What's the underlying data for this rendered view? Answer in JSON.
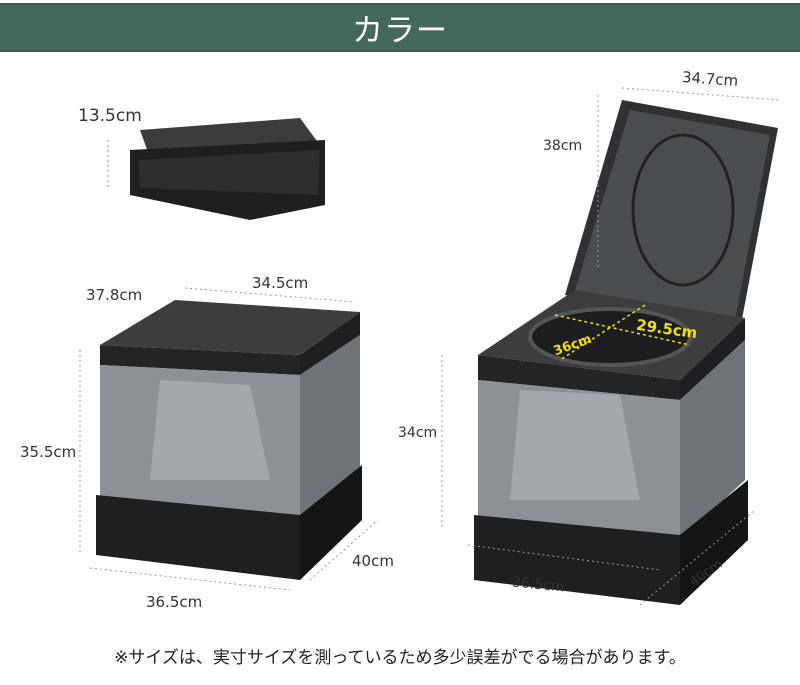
{
  "header": {
    "title": "カラー"
  },
  "dimensions": {
    "folded_height": "13.5cm",
    "depth_left": "37.8cm",
    "width_top_left": "34.5cm",
    "height_left": "35.5cm",
    "side_left": "40cm",
    "width_bottom_left": "36.5cm",
    "lid_width": "34.7cm",
    "lid_height": "38cm",
    "height_right": "34cm",
    "width_bottom_right": "36.5cm",
    "side_right": "40cm",
    "seat_width": "29.5cm",
    "seat_length": "36cm"
  },
  "footnote": "※サイズは、実寸サイズを測っているため多少誤差がでる場合があります。",
  "colors": {
    "header": "#44695a",
    "body": "#8a8f94",
    "dark": "#2d2f31",
    "accent": "#f2e000"
  }
}
